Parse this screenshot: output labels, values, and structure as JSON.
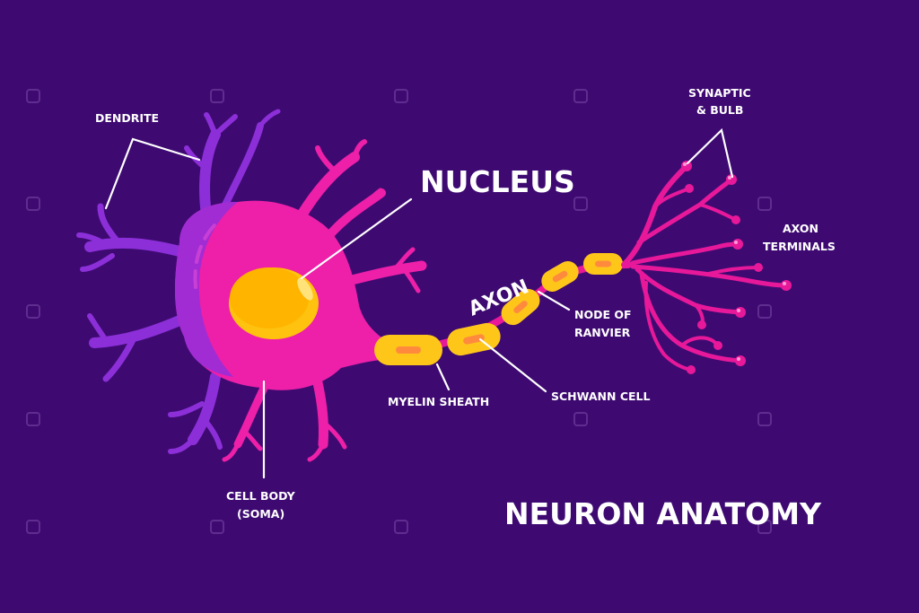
{
  "title": "NEURON ANATOMY",
  "labels": {
    "nucleus": "NUCLEUS",
    "axon": "AXON",
    "dendrite": "DENDRITE",
    "synaptic_line1": "SYNAPTIC",
    "synaptic_line2": "& BULB",
    "axon_terminals_line1": "AXON",
    "axon_terminals_line2": "TERMINALS",
    "node_line1": "NODE OF",
    "node_line2": "RANVIER",
    "myelin_sheath": "MYELIN SHEATH",
    "schwann_cell": "SCHWANN CELL",
    "cell_body_line1": "CELL BODY",
    "cell_body_line2": "(SOMA)"
  },
  "colors": {
    "background": "#3e0a72",
    "dendrite_purple": "#8c2fd8",
    "soma_pink": "#ee1fa8",
    "nucleus": "#ffc20e",
    "myelin": "#ffc61a",
    "terminal": "#e8189a"
  }
}
